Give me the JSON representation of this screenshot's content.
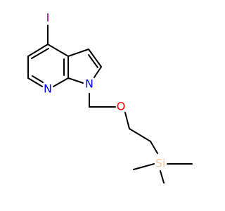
{
  "molecule": {
    "atoms": {
      "iodine": "I",
      "pyridine_nitrogen": "N",
      "pyrrole_nitrogen": "N",
      "ether_oxygen": "O",
      "silicon": "Si"
    },
    "colors": {
      "bond": "#000000",
      "iodine": "#940094",
      "nitrogen": "#0000ff",
      "oxygen": "#ff0000",
      "silicon": "#f0c8a0"
    }
  }
}
